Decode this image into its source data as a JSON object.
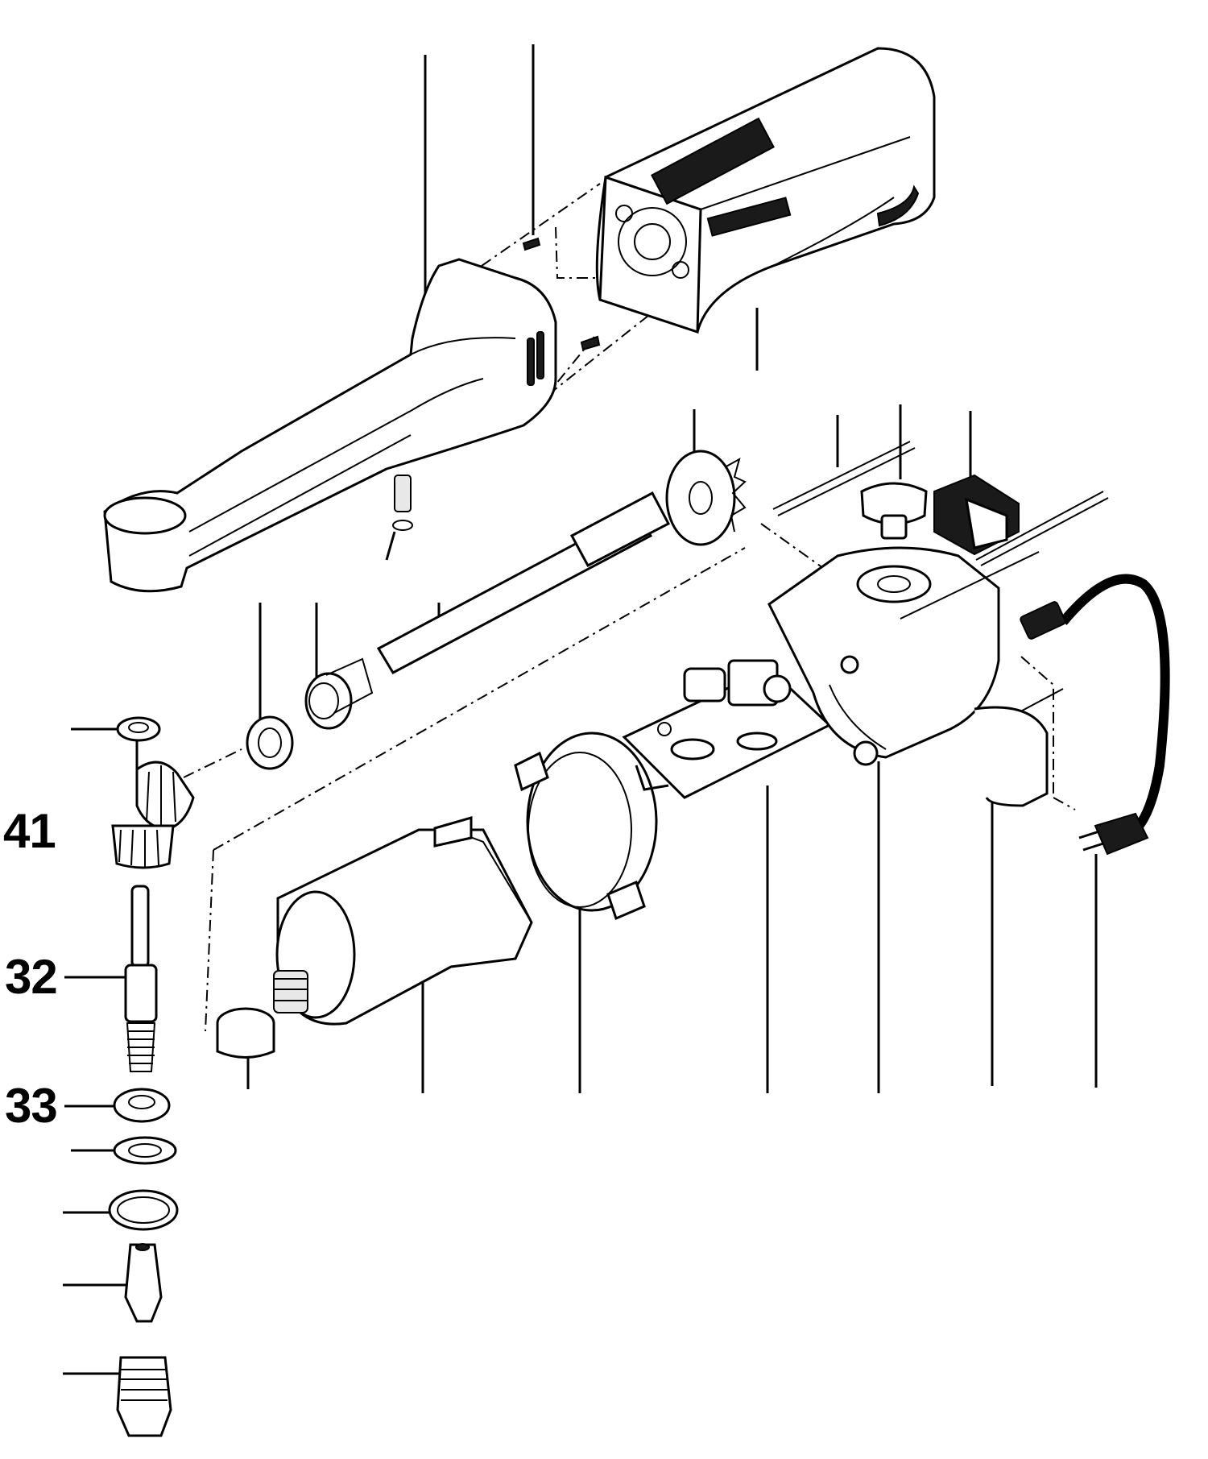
{
  "labels": {
    "part_41": "41",
    "part_32": "32",
    "part_33": "33"
  },
  "colors": {
    "background": "#ffffff",
    "ink": "#000000"
  }
}
